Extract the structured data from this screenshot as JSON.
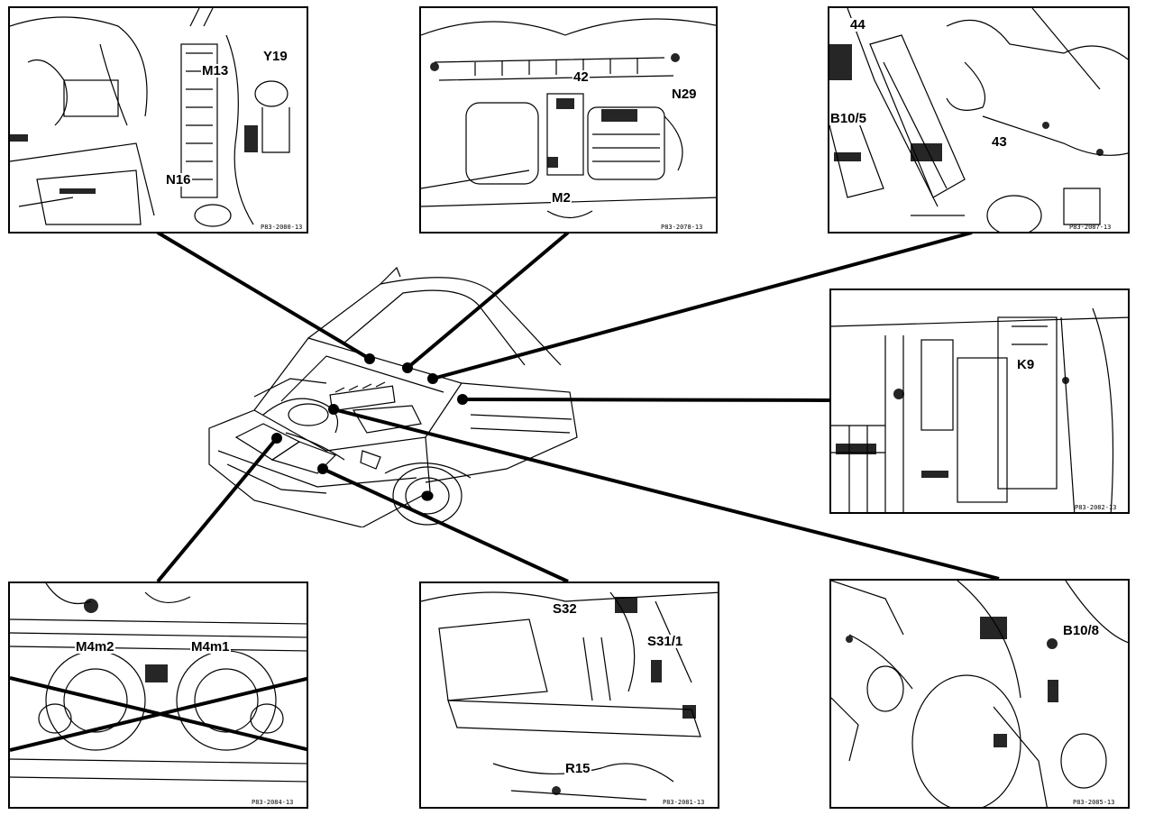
{
  "panels": [
    {
      "id": "p1",
      "labels": [
        "M13",
        "Y19",
        "N16"
      ],
      "code": "P83-2080-13"
    },
    {
      "id": "p2",
      "labels": [
        "42",
        "N29",
        "M2"
      ],
      "code": "P83-2078-13"
    },
    {
      "id": "p3",
      "labels": [
        "44",
        "B10/5",
        "43"
      ],
      "code": "P83-2087-13"
    },
    {
      "id": "p4",
      "labels": [
        "K9"
      ],
      "code": "P83-2082-13"
    },
    {
      "id": "p5",
      "labels": [
        "M4m2",
        "M4m1"
      ],
      "code": "P83-2084-13"
    },
    {
      "id": "p6",
      "labels": [
        "S32",
        "S31/1",
        "R15"
      ],
      "code": "P83-2081-13"
    },
    {
      "id": "p7",
      "labels": [
        "B10/8"
      ],
      "code": "P83-2085-13"
    }
  ]
}
